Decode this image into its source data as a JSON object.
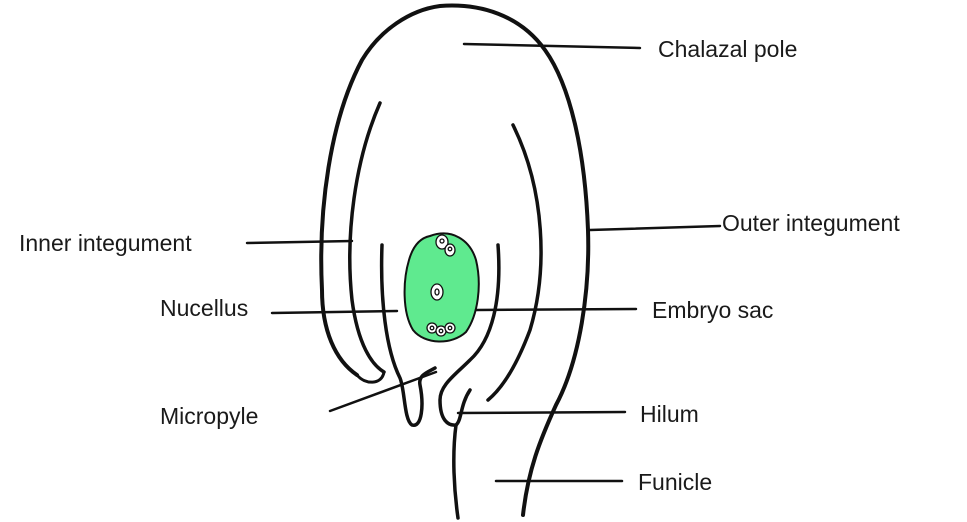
{
  "labels": {
    "chalazal_pole": "Chalazal pole",
    "outer_integument": "Outer integument",
    "inner_integument": "Inner integument",
    "nucellus": "Nucellus",
    "embryo_sac": "Embryo sac",
    "micropyle": "Micropyle",
    "hilum": "Hilum",
    "funicle": "Funicle"
  },
  "colors": {
    "embryo_sac_fill": "#5fea8f",
    "outline": "#111111"
  }
}
